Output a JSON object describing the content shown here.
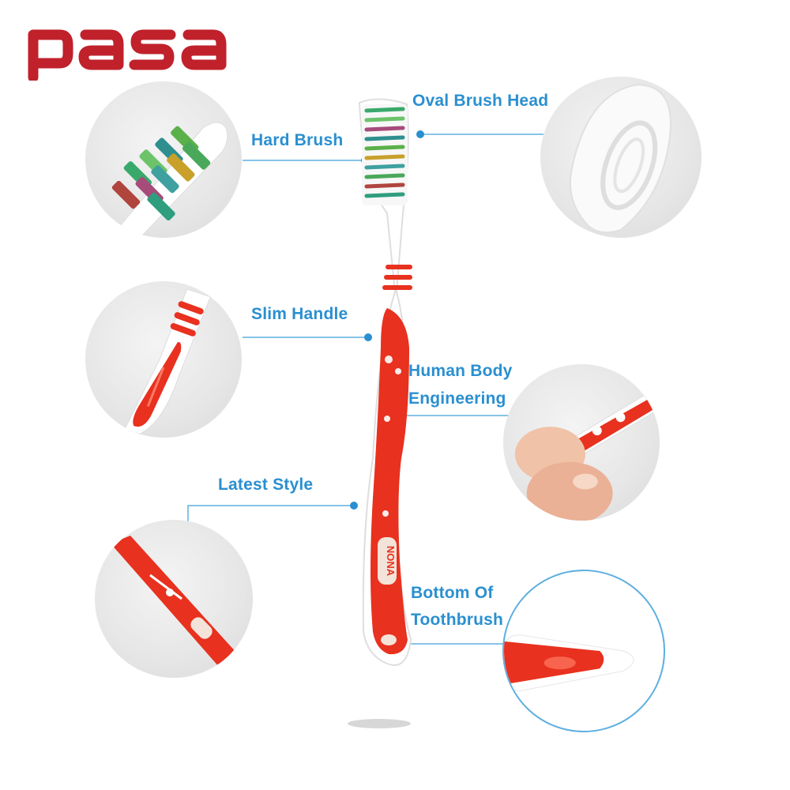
{
  "brand": {
    "logo_text": "pasa",
    "color": "#c0212b"
  },
  "accent_color": "#2a8fd0",
  "product": {
    "handle_text": "NONA",
    "handle_color": "#e8311f"
  },
  "callouts": {
    "hard_brush": "Hard Brush",
    "oval_brush_head": "Oval Brush Head",
    "slim_handle": "Slim Handle",
    "human_body_line1": "Human Body",
    "human_body_line2": "Engineering",
    "latest_style": "Latest Style",
    "bottom_line1": "Bottom Of",
    "bottom_line2": "Toothbrush"
  }
}
